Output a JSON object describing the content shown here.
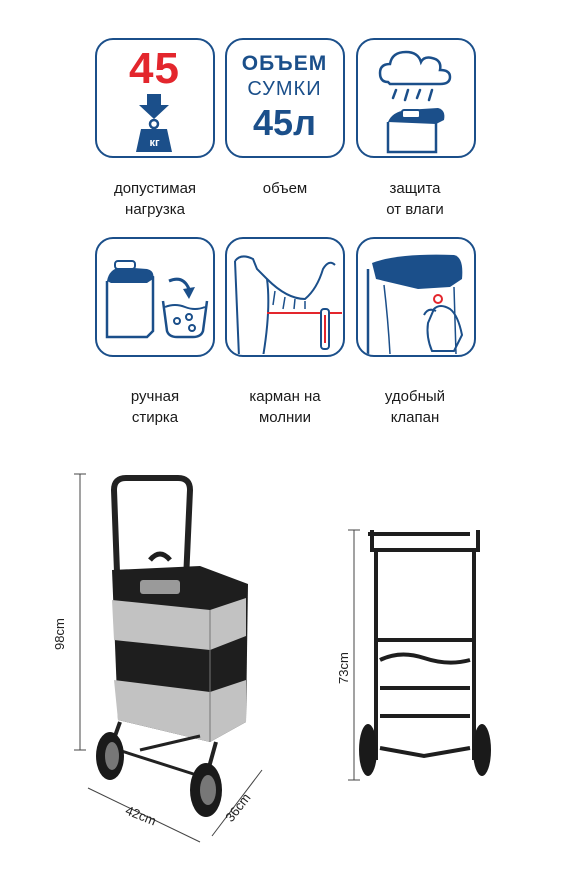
{
  "features": [
    {
      "id": "load",
      "value": "45",
      "unit": "кг",
      "caption": [
        "допустимая",
        "нагрузка"
      ]
    },
    {
      "id": "volume",
      "line1": "ОБЪЕМ",
      "line2": "СУМКИ",
      "value": "45л",
      "caption": [
        "объем",
        ""
      ]
    },
    {
      "id": "moisture",
      "caption": [
        "защита",
        "от влаги"
      ]
    },
    {
      "id": "wash",
      "caption": [
        "ручная",
        "стирка"
      ]
    },
    {
      "id": "pocket",
      "caption": [
        "карман на",
        "молнии"
      ]
    },
    {
      "id": "flap",
      "caption": [
        "удобный",
        "клапан"
      ]
    }
  ],
  "dimensions": {
    "height_loaded": "98cm",
    "width": "42cm",
    "depth": "36cm",
    "height_frame": "73cm"
  },
  "colors": {
    "accent_blue": "#1b4f8a",
    "accent_red": "#e3262d",
    "bag_gray": "#bdbdbd",
    "bag_black": "#1e1e1e"
  }
}
